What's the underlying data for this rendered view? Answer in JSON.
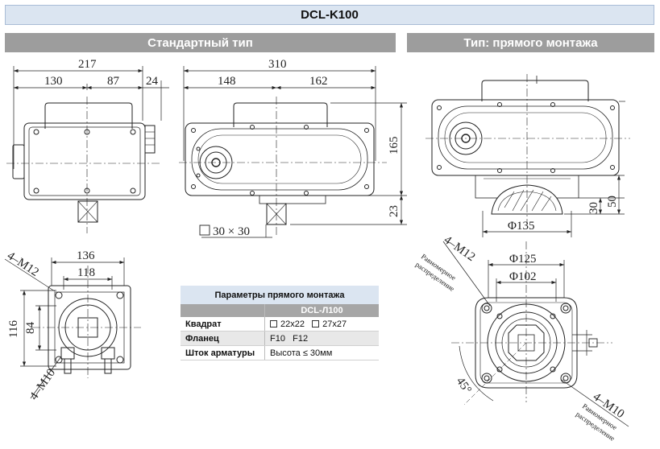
{
  "header": {
    "title": "DCL-K100"
  },
  "sections": {
    "standard": "Стандартный тип",
    "direct": "Тип: прямого монтажа"
  },
  "dims": {
    "d217": "217",
    "d130": "130",
    "d87": "87",
    "d24": "24",
    "d310": "310",
    "d148": "148",
    "d162": "162",
    "d165": "165",
    "d23": "23",
    "d30x30": "30 × 30",
    "d136": "136",
    "d118": "118",
    "d116": "116",
    "d84": "84",
    "m12": "4–M12",
    "m10": "4–M10",
    "phi135": "Φ135",
    "d30": "30",
    "d50": "50",
    "phi125": "Φ125",
    "phi102": "Φ102",
    "a45": "45°",
    "m12r": "4–M12",
    "m10r": "4–M10",
    "uniform1": "Равномерное",
    "uniform2": "распределение"
  },
  "table": {
    "title": "Параметры прямого монтажа",
    "model": "DCL-Л100",
    "rows": [
      {
        "label": "Квадрат",
        "v1": "22x22",
        "v2": "27x27"
      },
      {
        "label": "Фланец",
        "v1": "F10",
        "v2": "F12"
      },
      {
        "label": "Шток арматуры",
        "v1": "Высота ≤ 30мм"
      }
    ]
  }
}
